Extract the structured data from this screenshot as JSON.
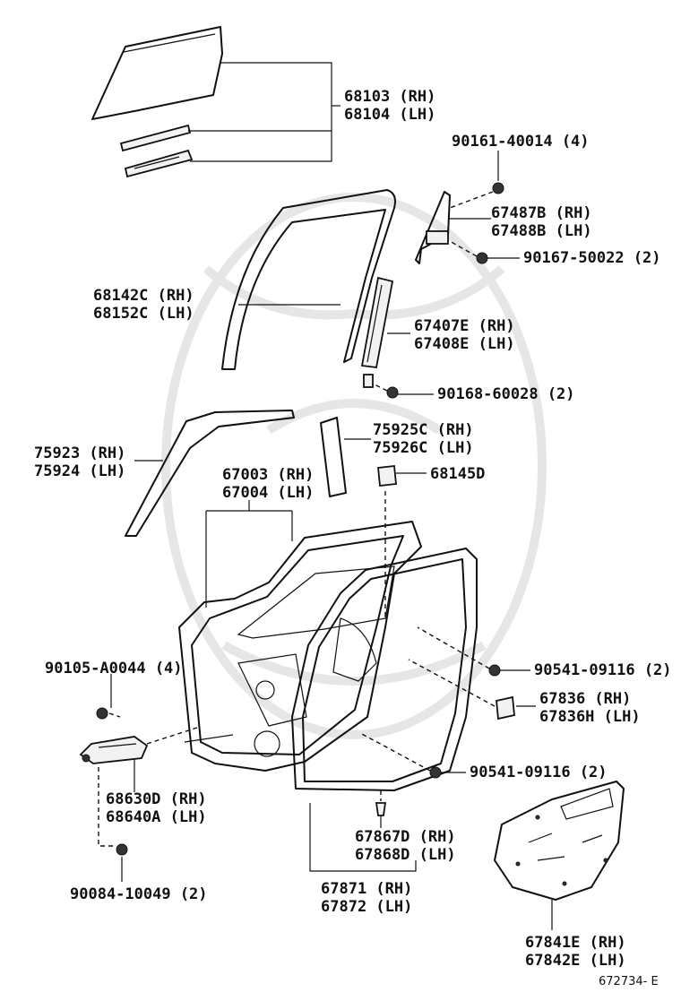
{
  "labels": [
    {
      "id": "glass",
      "lines": [
        "68103 (RH)",
        "68104 (LH)"
      ]
    },
    {
      "id": "bolt-top",
      "lines": [
        "90161-40014 (4)"
      ]
    },
    {
      "id": "quarter-glass",
      "lines": [
        "67487B (RH)",
        "67488B (LH)"
      ]
    },
    {
      "id": "screw-quarter",
      "lines": [
        "90167-50022 (2)"
      ]
    },
    {
      "id": "run-channel",
      "lines": [
        "68142C (RH)",
        "68152C (LH)"
      ]
    },
    {
      "id": "division-bar",
      "lines": [
        "67407E (RH)",
        "67408E (LH)"
      ]
    },
    {
      "id": "screw-division",
      "lines": [
        "90168-60028 (2)"
      ]
    },
    {
      "id": "frame-molding",
      "lines": [
        "75923 (RH)",
        "75924 (LH)"
      ]
    },
    {
      "id": "garnish",
      "lines": [
        "75925C (RH)",
        "75926C (LH)"
      ]
    },
    {
      "id": "panel",
      "lines": [
        "67003 (RH)",
        "67004 (LH)"
      ]
    },
    {
      "id": "cushion",
      "lines": [
        "68145D"
      ]
    },
    {
      "id": "bolt-hinge",
      "lines": [
        "90105-A0044 (4)"
      ]
    },
    {
      "id": "plug-upper",
      "lines": [
        "90541-09116 (2)"
      ]
    },
    {
      "id": "clip-bracket",
      "lines": [
        "67836 (RH)",
        "67836H (LH)"
      ]
    },
    {
      "id": "plug-lower",
      "lines": [
        "90541-09116 (2)"
      ]
    },
    {
      "id": "check",
      "lines": [
        "68630D (RH)",
        "68640A (LH)"
      ]
    },
    {
      "id": "clip",
      "lines": [
        "67867D (RH)",
        "67868D (LH)"
      ]
    },
    {
      "id": "weatherstrip",
      "lines": [
        "67871 (RH)",
        "67872 (LH)"
      ]
    },
    {
      "id": "bolt-check",
      "lines": [
        "90084-10049 (2)"
      ]
    },
    {
      "id": "service-hole-cover",
      "lines": [
        "67841E (RH)",
        "67842E (LH)"
      ]
    }
  ],
  "catalog_number": "672734- E"
}
